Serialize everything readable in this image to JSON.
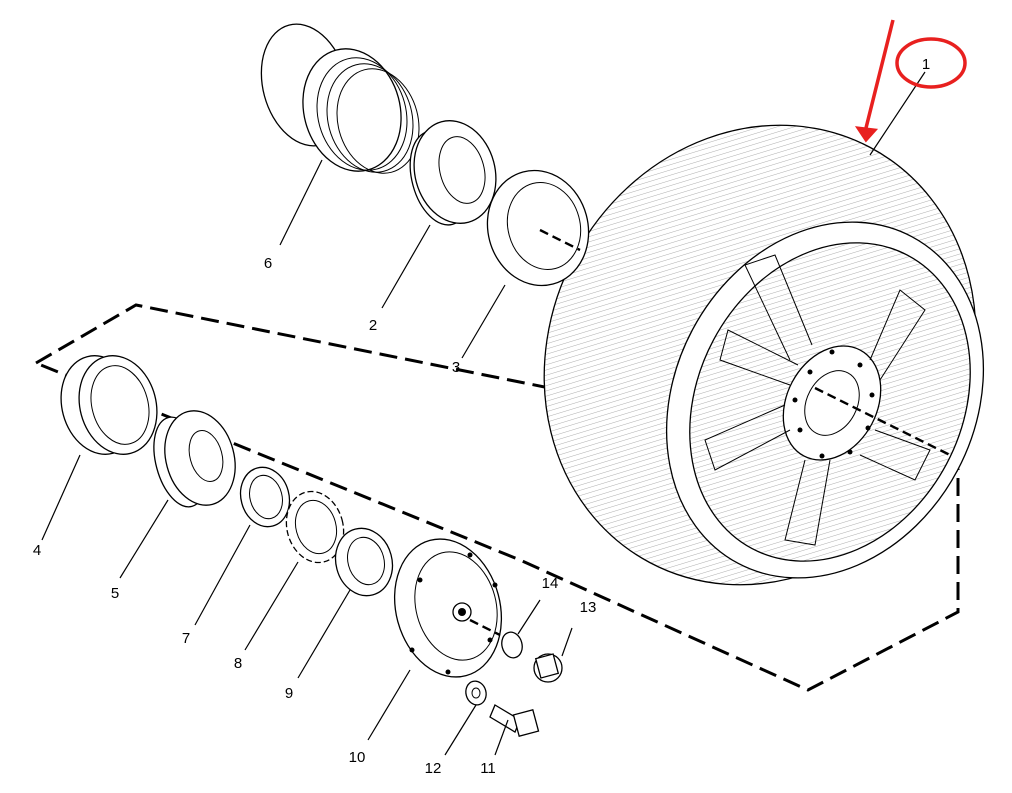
{
  "diagram": {
    "callouts": {
      "p1": "1",
      "p2": "2",
      "p3": "3",
      "p4": "4",
      "p5": "5",
      "p6": "6",
      "p7": "7",
      "p8": "8",
      "p9": "9",
      "p10": "10",
      "p11": "11",
      "p12": "12",
      "p13": "13",
      "p14": "14"
    },
    "highlight_color": "#e8201f"
  }
}
